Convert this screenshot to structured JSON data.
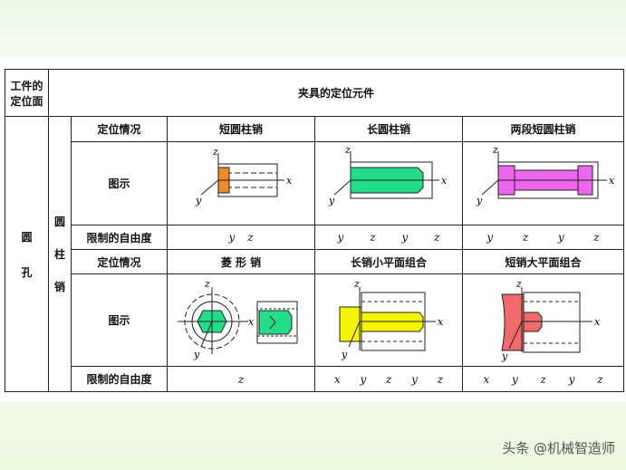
{
  "table": {
    "corner_label_line1": "工件的",
    "corner_label_line2": "定位面",
    "main_header": "夹具的定位元件",
    "surface_label_1": "圆",
    "surface_label_2": "孔",
    "element_label": [
      "圆",
      "柱",
      "销"
    ],
    "row_labels": {
      "situation": "定位情况",
      "diagram": "图示",
      "restricted_dof": "限制的自由度"
    },
    "section1": {
      "cols": [
        "短圆柱销",
        "长圆柱销",
        "两段短圆柱销"
      ],
      "dof": [
        [
          "y",
          "z"
        ],
        [
          "y",
          "z",
          "y",
          "z"
        ],
        [
          "y",
          "z",
          "y",
          "z"
        ]
      ]
    },
    "section2": {
      "cols": [
        "菱  形  销",
        "长销小平面组合",
        "短销大平面组合"
      ],
      "dof": [
        [
          "z"
        ],
        [
          "x",
          "y",
          "z",
          "y",
          "z"
        ],
        [
          "x",
          "y",
          "z",
          "y",
          "z"
        ]
      ]
    }
  },
  "axis_labels": {
    "x": "x",
    "y": "y",
    "z": "z"
  },
  "watermark": "头条 @机械智造师",
  "colors": {
    "short_pin": "#f08a24",
    "long_pin": "#22dd88",
    "two_section_pin": "#ee66ee",
    "diamond_pin": "#22dd88",
    "long_pin_plane": "#f5f500",
    "short_pin_plane": "#f06a6a"
  }
}
